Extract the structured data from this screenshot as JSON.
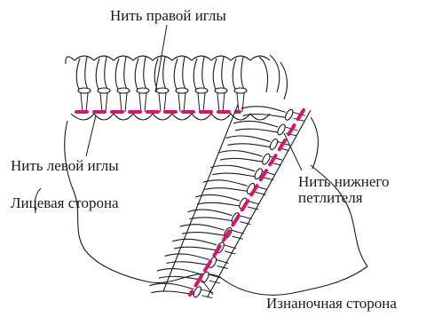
{
  "labels": {
    "right_needle": "Нить правой иглы",
    "left_needle": "Нить левой иглы",
    "face_side": "Лицевая сторона",
    "looper_line1": "Нить нижнего",
    "looper_line2": "петлителя",
    "back_side": "Изнаночная сторона"
  },
  "colors": {
    "outline": "#1a1a1a",
    "needle_thread": "#d6156e",
    "fill": "#ffffff"
  },
  "stitch_counts": {
    "top_loops": 9,
    "diagonal_stitches": 13
  }
}
